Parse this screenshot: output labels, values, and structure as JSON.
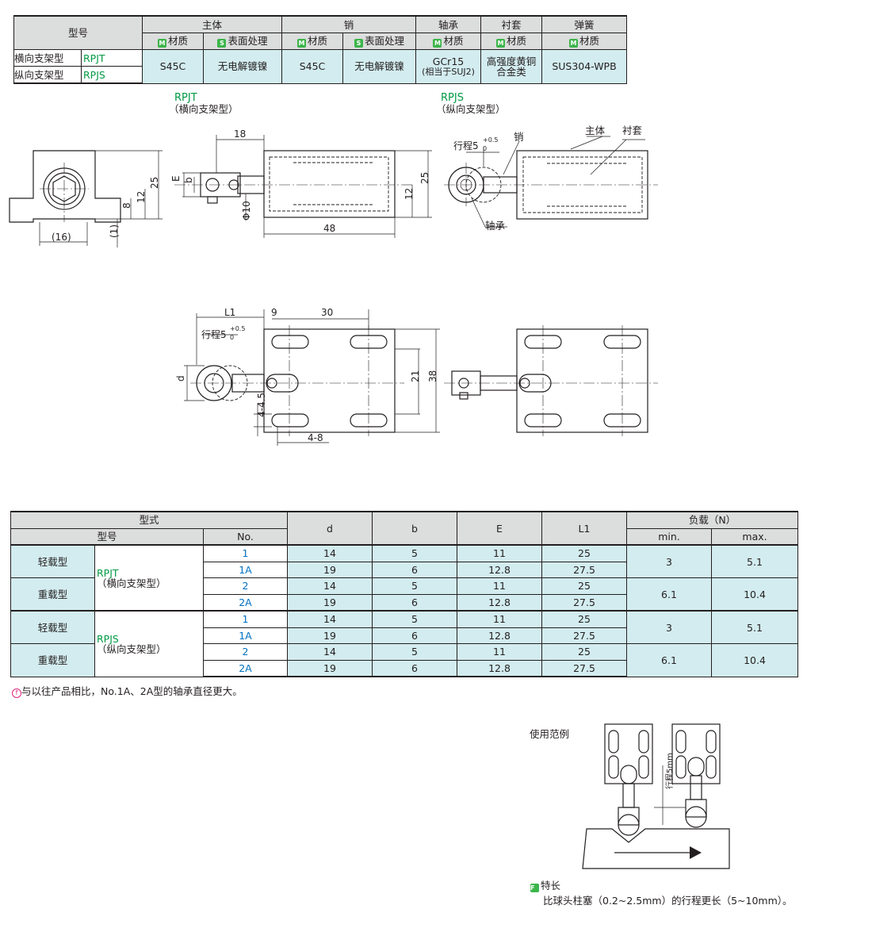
{
  "materials": {
    "model_header": "型号",
    "groups": [
      "主体",
      "销",
      "轴承",
      "衬套",
      "弹簧"
    ],
    "material_label": "材质",
    "surface_label": "表面处理",
    "mark_m": "M",
    "mark_s": "S",
    "rows": [
      {
        "name": "横向支架型",
        "code": "RPJT"
      },
      {
        "name": "纵向支架型",
        "code": "RPJS"
      }
    ],
    "body_material": "S45C",
    "body_surface": "无电解镀镍",
    "pin_material": "S45C",
    "pin_surface": "无电解镀镍",
    "bearing_line1": "GCr15",
    "bearing_line2": "(相当于SUJ2)",
    "bushing_line1": "高强度黄铜",
    "bushing_line2": "合金类",
    "spring": "SUS304-WPB"
  },
  "drawings": {
    "rpjt_title": "RPJT",
    "rpjt_sub": "（横向支架型）",
    "rpjs_title": "RPJS",
    "rpjs_sub": "（纵向支架型）",
    "dim_18": "18",
    "dim_25": "25",
    "dim_E": "E",
    "dim_b": "b",
    "dim_12": "12",
    "dim_8": "8",
    "dim_16": "(16)",
    "dim_1": "(1)",
    "dim_phi10": "Φ10",
    "dim_48": "48",
    "stroke_label": "行程5",
    "stroke_sup": "+0.5",
    "stroke_sub": "0",
    "label_pin": "销",
    "label_body": "主体",
    "label_bushing": "衬套",
    "label_bearing": "轴承",
    "dim_L1": "L1",
    "dim_9": "9",
    "dim_30": "30",
    "dim_d": "d",
    "dim_21": "21",
    "dim_38": "38",
    "dim_4_45": "4-4.5",
    "dim_4_8": "4-8"
  },
  "spec": {
    "type_header": "型式",
    "model_header": "型号",
    "no_header": "No.",
    "cols": [
      "d",
      "b",
      "E",
      "L1"
    ],
    "load_header": "负载（N）",
    "min_header": "min.",
    "max_header": "max.",
    "groups": [
      {
        "code": "RPJT",
        "desc": "（横向支架型）",
        "sub": [
          {
            "type": "轻载型",
            "min": "3",
            "max": "5.1",
            "rows": [
              {
                "no": "1",
                "d": "14",
                "b": "5",
                "E": "11",
                "L1": "25"
              },
              {
                "no": "1A",
                "d": "19",
                "b": "6",
                "E": "12.8",
                "L1": "27.5"
              }
            ]
          },
          {
            "type": "重载型",
            "min": "6.1",
            "max": "10.4",
            "rows": [
              {
                "no": "2",
                "d": "14",
                "b": "5",
                "E": "11",
                "L1": "25"
              },
              {
                "no": "2A",
                "d": "19",
                "b": "6",
                "E": "12.8",
                "L1": "27.5"
              }
            ]
          }
        ]
      },
      {
        "code": "RPJS",
        "desc": "（纵向支架型）",
        "sub": [
          {
            "type": "轻载型",
            "min": "3",
            "max": "5.1",
            "rows": [
              {
                "no": "1",
                "d": "14",
                "b": "5",
                "E": "11",
                "L1": "25"
              },
              {
                "no": "1A",
                "d": "19",
                "b": "6",
                "E": "12.8",
                "L1": "27.5"
              }
            ]
          },
          {
            "type": "重载型",
            "min": "6.1",
            "max": "10.4",
            "rows": [
              {
                "no": "2",
                "d": "14",
                "b": "5",
                "E": "11",
                "L1": "25"
              },
              {
                "no": "2A",
                "d": "19",
                "b": "6",
                "E": "12.8",
                "L1": "27.5"
              }
            ]
          }
        ]
      }
    ],
    "note": "与以往产品相比，No.1A、2A型的轴承直径更大。",
    "note_mark": "f"
  },
  "usage": {
    "title": "使用范例",
    "stroke_text": "行程5mm",
    "feature_mark": "F",
    "feature_title": "特长",
    "feature_text": "比球头柱塞（0.2~2.5mm）的行程更长（5~10mm）。"
  },
  "colors": {
    "cyan_cell": "#d3ecef",
    "header_gray": "#dcdddd",
    "green": "#009a44",
    "blue": "#0070c0"
  }
}
